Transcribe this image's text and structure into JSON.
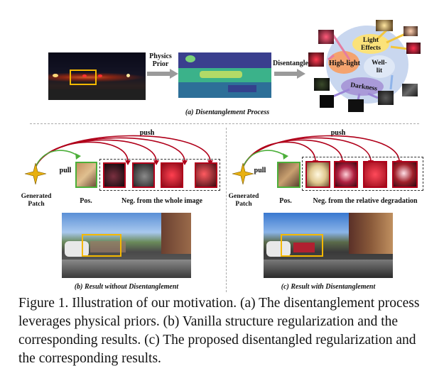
{
  "figure": {
    "top": {
      "physics_prior_label": "Physics\nPrior",
      "disentangle_label": "Disentangle",
      "caption": "(a) Disentanglement Process",
      "regions": {
        "light_effects": "Light\nEffects",
        "high_light": "High-light",
        "well_lit": "Well-\nlit",
        "darkness": "Darkness"
      }
    },
    "left": {
      "push_label": "push",
      "pull_label": "pull",
      "generated_patch_label": "Generated\nPatch",
      "pos_label": "Pos.",
      "neg_label": "Neg. from the whole image",
      "caption": "(b) Result without Disentanglement"
    },
    "right": {
      "push_label": "push",
      "pull_label": "pull",
      "generated_patch_label": "Generated\nPatch",
      "pos_label": "Pos.",
      "neg_label": "Neg. from the relative degradation",
      "caption": "(c) Result with Disentanglement"
    },
    "colors": {
      "arrow_red": "#b0001a",
      "arrow_green": "#4caf3a",
      "highlight_box": "#f5b800",
      "star": "#e8b010"
    }
  },
  "caption_text": "Figure 1. Illustration of our motivation. (a) The disentanglement process leverages physical priors. (b) Vanilla structure regularization and the corresponding results. (c) The proposed disentangled regularization and the corresponding results."
}
